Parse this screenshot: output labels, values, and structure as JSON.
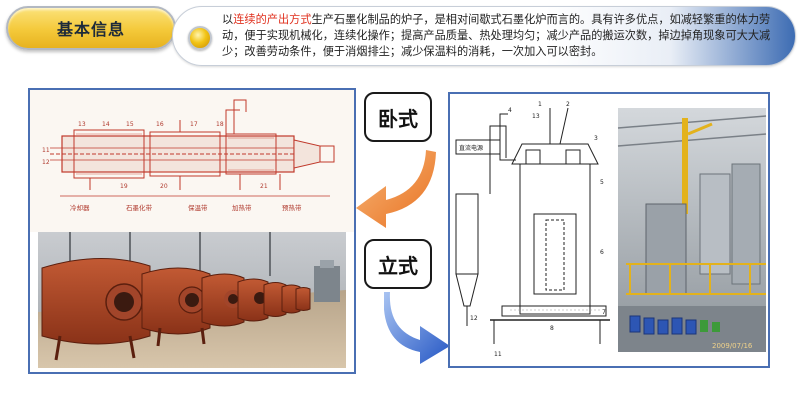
{
  "header": {
    "tag_label": "基本信息",
    "desc_prefix": "以",
    "desc_highlight": "连续的产出方式",
    "desc_rest": "生产石墨化制品的炉子，是相对间歇式石墨化炉而言的。具有许多优点，如减轻繁重的体力劳动，便于实现机械化，连续化操作；提高产品质量、热处理均匀；减少产品的搬运次数，掉边掉角现象可大大减少；改善劳动条件，便于消烟排尘；减少保温料的消耗，一次加入可以密封。"
  },
  "labels": {
    "horizontal": "卧式",
    "vertical": "立式"
  },
  "diagram_left": {
    "numbers": [
      "11",
      "12",
      "13",
      "14",
      "15",
      "16",
      "17",
      "18",
      "19",
      "20",
      "21"
    ],
    "bottom_captions": [
      "冷却器",
      "石墨化带",
      "保温带",
      "加热带",
      "预热带"
    ]
  },
  "diagram_right": {
    "box_label": "直流电源",
    "numbers": [
      "1",
      "2",
      "3",
      "4",
      "5",
      "6",
      "7",
      "8",
      "11",
      "12",
      "13"
    ],
    "photo_stamp": "2009/07/16"
  },
  "colors": {
    "accent_blue": "#4a6fb3",
    "highlight_red": "#e0301e",
    "arrow_orange": "#f08a3a",
    "arrow_blue": "#3b6fd0"
  }
}
